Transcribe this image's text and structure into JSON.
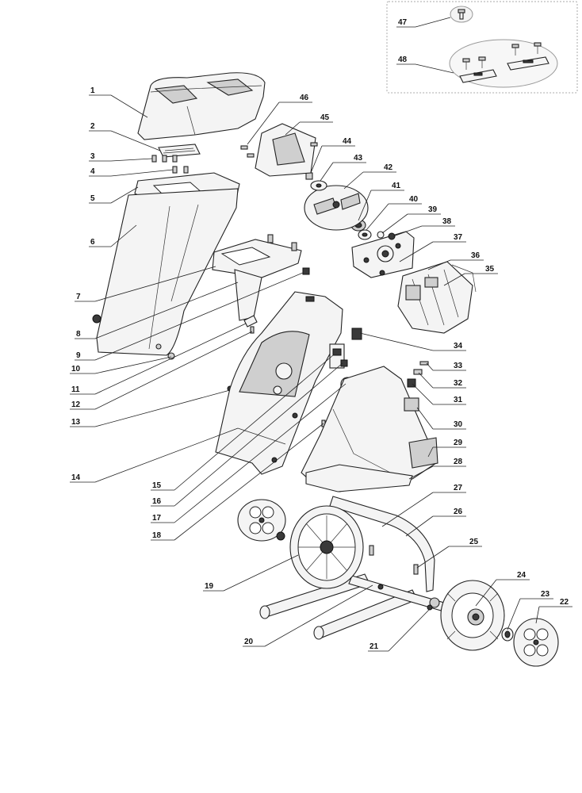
{
  "callouts": [
    "1",
    "2",
    "3",
    "4",
    "5",
    "6",
    "7",
    "8",
    "9",
    "10",
    "11",
    "12",
    "13",
    "14",
    "15",
    "16",
    "17",
    "18",
    "19",
    "20",
    "21",
    "22",
    "23",
    "24",
    "25",
    "26",
    "27",
    "28",
    "29",
    "30",
    "31",
    "32",
    "33",
    "34",
    "35",
    "36",
    "37",
    "38",
    "39",
    "40",
    "41",
    "42",
    "43",
    "44",
    "45",
    "46",
    "47",
    "48"
  ]
}
